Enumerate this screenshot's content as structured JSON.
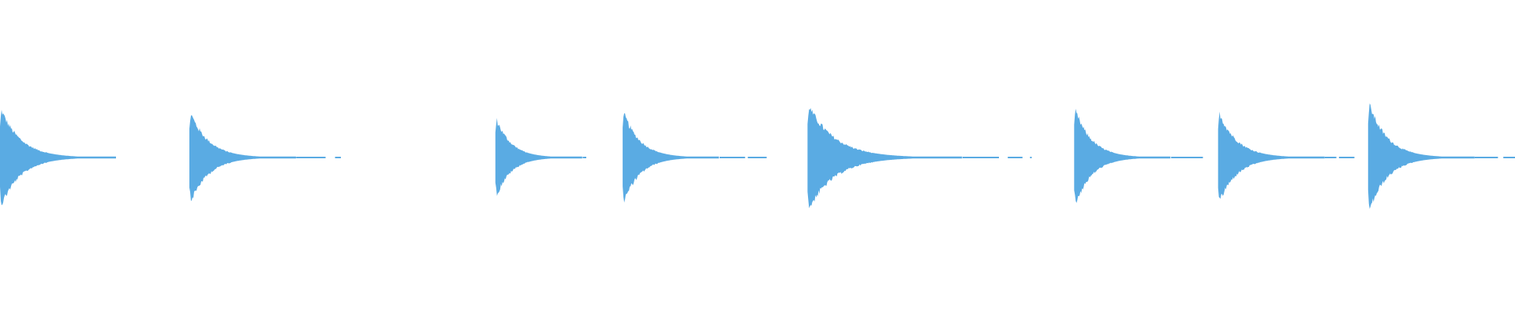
{
  "waveform": {
    "color": "#5aabe3",
    "background": "#ffffff",
    "hits": [
      {
        "onset": 0.0,
        "peak": 0.16,
        "decay": 0.024,
        "tail": 0.065
      },
      {
        "onset": 0.125,
        "peak": 0.15,
        "decay": 0.022,
        "tail": 0.1
      },
      {
        "onset": 0.327,
        "peak": 0.13,
        "decay": 0.018,
        "tail": 0.06
      },
      {
        "onset": 0.411,
        "peak": 0.15,
        "decay": 0.02,
        "tail": 0.095
      },
      {
        "onset": 0.533,
        "peak": 0.17,
        "decay": 0.032,
        "tail": 0.148
      },
      {
        "onset": 0.709,
        "peak": 0.16,
        "decay": 0.02,
        "tail": 0.085
      },
      {
        "onset": 0.804,
        "peak": 0.15,
        "decay": 0.022,
        "tail": 0.09
      },
      {
        "onset": 0.903,
        "peak": 0.18,
        "decay": 0.022,
        "tail": 0.097
      }
    ]
  }
}
